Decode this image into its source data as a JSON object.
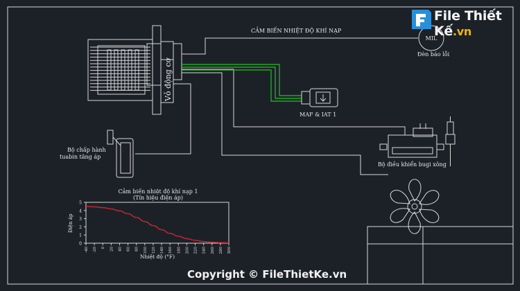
{
  "labels": {
    "iat_title": "CẢM BIẾN NHIỆT ĐỘ KHÍ NẠP",
    "engine_box": "Vỏ động cơ",
    "mil": "MIL",
    "mil_caption": "Đèn báo lỗi",
    "maf": "MAF & IAT 1",
    "actuator_line1": "Bộ chấp hành",
    "actuator_line2": "tuabin tăng áp",
    "glow_ctrl": "Bộ điều khiển bugi xông"
  },
  "chart_data": {
    "type": "line",
    "title": "Cảm biến nhiệt độ khí nạp 1",
    "subtitle": "(Tín hiệu điện áp)",
    "xlabel": "Nhiệt độ (°F)",
    "ylabel": "Điện áp",
    "x_ticks": [
      "-40",
      "-20",
      "0",
      "20",
      "40",
      "60",
      "80",
      "100",
      "120",
      "140",
      "160",
      "180",
      "200",
      "220",
      "240",
      "260",
      "280",
      "300"
    ],
    "y_ticks": [
      "0",
      "1",
      "2",
      "3",
      "4",
      "5"
    ],
    "xlim": [
      -40,
      300
    ],
    "ylim": [
      0,
      5
    ],
    "series": [
      {
        "color": "#c0282f",
        "x": [
          -40,
          -20,
          0,
          20,
          40,
          60,
          80,
          100,
          120,
          140,
          160,
          180,
          200,
          220,
          240,
          260,
          280,
          300
        ],
        "y": [
          4.5,
          4.45,
          4.35,
          4.2,
          3.95,
          3.6,
          3.15,
          2.65,
          2.15,
          1.65,
          1.2,
          0.85,
          0.55,
          0.35,
          0.2,
          0.12,
          0.07,
          0.05
        ]
      }
    ]
  },
  "watermark": {
    "brand_main": "File Thiết Kế",
    "brand_domain": ".vn",
    "copyright": "Copyright © FileThietKe.vn"
  },
  "colors": {
    "background": "#1c2128",
    "wire": "#d8d8d8",
    "signal_wire": "#1fc21f",
    "curve": "#c0282f",
    "brand_accent": "#f5b400"
  }
}
